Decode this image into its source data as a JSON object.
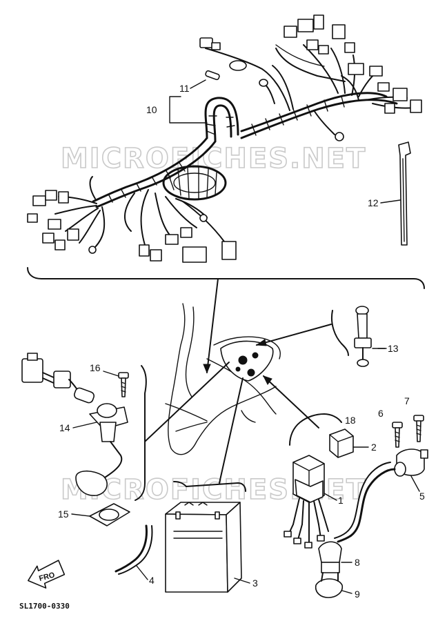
{
  "watermarks": [
    "MICROFICHES.NET",
    "MICROFICHES.NET"
  ],
  "diagram_code": "SL1700-0330",
  "front_arrow_label": "FRO",
  "part_numbers": [
    "1",
    "2",
    "3",
    "4",
    "5",
    "6",
    "7",
    "8",
    "9",
    "10",
    "11",
    "12",
    "13",
    "14",
    "15",
    "16",
    "18"
  ]
}
